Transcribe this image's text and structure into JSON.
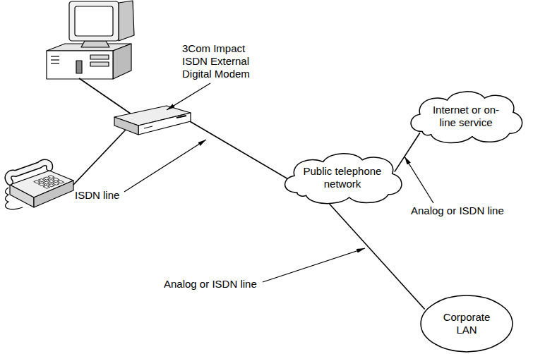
{
  "diagram": {
    "nodes": [
      {
        "text": [
          "Internet or on-line service"
        ]
      },
      {
        "text": [
          "Public telephone network"
        ]
      },
      {
        "text": [
          "Corporate LAN"
        ]
      }
    ],
    "edges": [
      {
        "from": 1,
        "to": 0,
        "arrow": "none"
      },
      {
        "from": 1,
        "to": 2,
        "arrow": "none"
      }
    ],
    "labels": [
      "3Com Impact ISDN External Digital Modem",
      "ISDN line",
      "Analog or ISDN line",
      "Analog or ISDN line"
    ]
  }
}
